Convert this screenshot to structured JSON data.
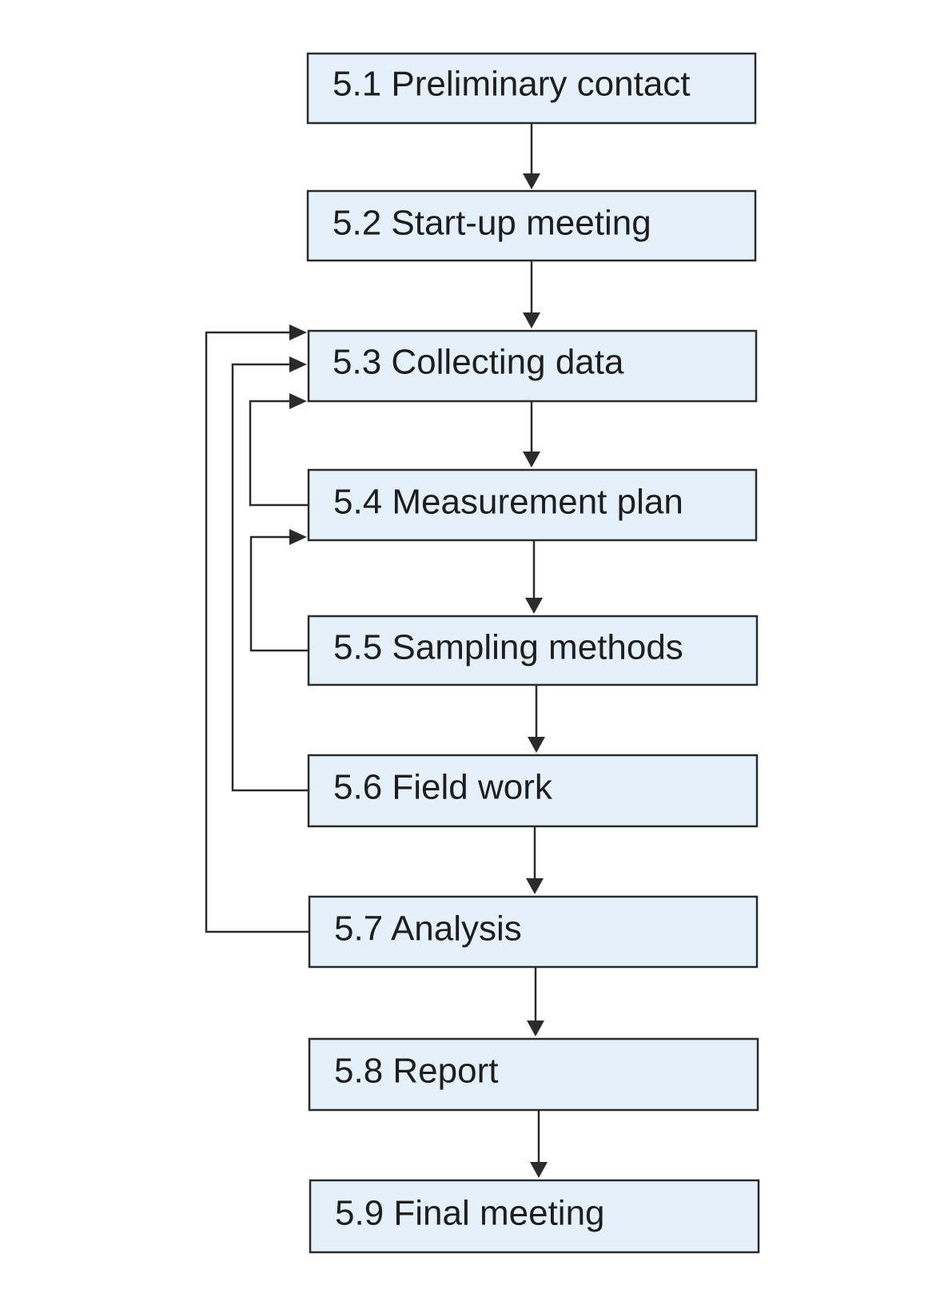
{
  "flowchart": {
    "steps": [
      {
        "id": "5.1",
        "label": "5.1 Preliminary contact"
      },
      {
        "id": "5.2",
        "label": "5.2 Start-up meeting"
      },
      {
        "id": "5.3",
        "label": "5.3 Collecting data"
      },
      {
        "id": "5.4",
        "label": "5.4 Measurement plan"
      },
      {
        "id": "5.5",
        "label": "5.5 Sampling methods"
      },
      {
        "id": "5.6",
        "label": "5.6 Field work"
      },
      {
        "id": "5.7",
        "label": "5.7 Analysis"
      },
      {
        "id": "5.8",
        "label": "5.8 Report"
      },
      {
        "id": "5.9",
        "label": "5.9 Final meeting"
      }
    ],
    "sequence_edges": [
      {
        "from": "5.1",
        "to": "5.2"
      },
      {
        "from": "5.2",
        "to": "5.3"
      },
      {
        "from": "5.3",
        "to": "5.4"
      },
      {
        "from": "5.4",
        "to": "5.5"
      },
      {
        "from": "5.5",
        "to": "5.6"
      },
      {
        "from": "5.6",
        "to": "5.7"
      },
      {
        "from": "5.7",
        "to": "5.8"
      },
      {
        "from": "5.8",
        "to": "5.9"
      }
    ],
    "feedback_edges": [
      {
        "from": "5.7",
        "to": "5.3"
      },
      {
        "from": "5.6",
        "to": "5.3"
      },
      {
        "from": "5.4",
        "to": "5.3"
      },
      {
        "from": "5.5",
        "to": "5.4"
      }
    ]
  }
}
